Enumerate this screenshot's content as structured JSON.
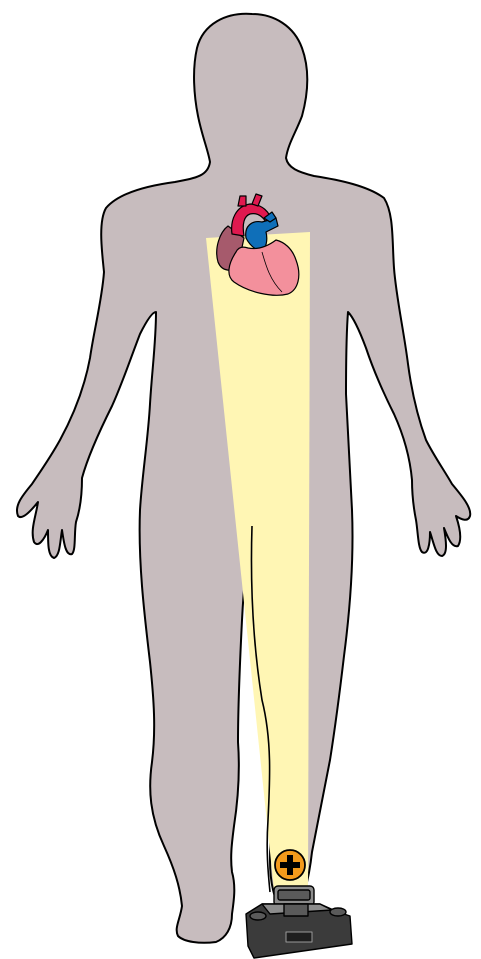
{
  "diagram": {
    "elements": [
      {
        "name": "human-body-silhouette"
      },
      {
        "name": "heart-illustration"
      },
      {
        "name": "light-beam"
      },
      {
        "name": "positive-marker-icon"
      },
      {
        "name": "camera-icon"
      }
    ],
    "colors": {
      "body_fill": "#c7bcbe",
      "outline": "#000000",
      "beam": "#fff6b4",
      "heart_ventricles": "#f3909c",
      "heart_aorta": "#e0194f",
      "heart_vessels_blue": "#0f6fb9",
      "heart_atrium": "#a65a6c",
      "marker_fill": "#f39a1b",
      "camera_body": "#3b3b3b",
      "camera_lens": "#8c8c8c"
    }
  }
}
